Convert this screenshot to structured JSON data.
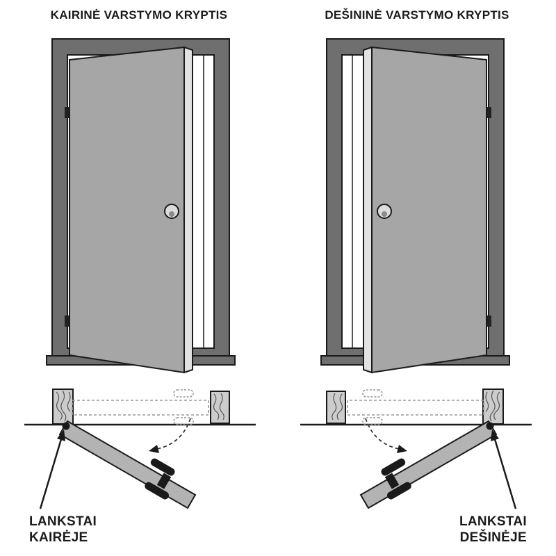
{
  "left": {
    "title": "KAIRINĖ VARSTYMO KRYPTIS",
    "hinge_label_line1": "LANKSTAI",
    "hinge_label_line2": "KAIRĖJE"
  },
  "right": {
    "title": "DEŠININĖ VARSTYMO KRYPTIS",
    "hinge_label_line1": "LANKSTAI",
    "hinge_label_line2": "DEŠINĖJE"
  },
  "colors": {
    "background": "#ffffff",
    "frame_gray": "#6f6f6f",
    "door_gray": "#a6a6a6",
    "door_edge_light": "#e2e2e2",
    "wood_gray": "#cccccc",
    "open_door_gray": "#b3b3b3",
    "outline_black": "#1a1a1a",
    "dotted_gray": "#999999",
    "knob_light": "#dcdcdc"
  }
}
